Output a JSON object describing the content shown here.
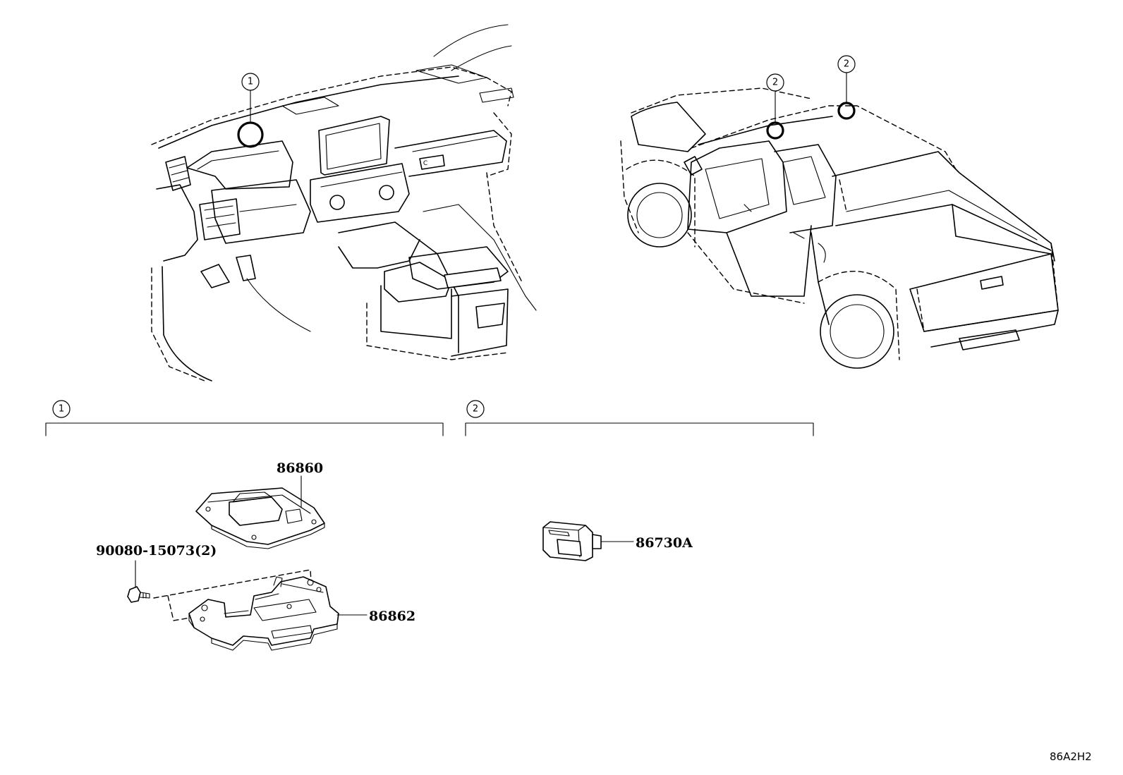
{
  "callouts": {
    "one": "1",
    "two": "2"
  },
  "parts": {
    "module": "86860",
    "bolt": "90080-15073(2)",
    "bracket": "86862",
    "sensor": "86730A"
  },
  "diagram_code": "86A2H2"
}
